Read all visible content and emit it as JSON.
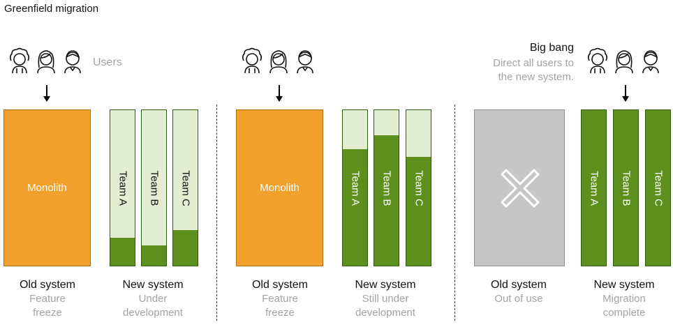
{
  "title": "Greenfield migration",
  "colors": {
    "monolith": "#f0a02b",
    "team_fill": "#5d8f1d",
    "team_empty": "#e3edd2",
    "retired": "#c6c6c6",
    "muted_text": "#a3a3a3"
  },
  "users_label": "Users",
  "big_bang": {
    "title": "Big bang",
    "desc_line1": "Direct all users to",
    "desc_line2": "the new system."
  },
  "panels": [
    {
      "old": {
        "label": "Monolith",
        "caption": "Old system",
        "sub1": "Feature",
        "sub2": "freeze"
      },
      "new": {
        "caption": "New system",
        "sub1": "Under",
        "sub2": "development"
      },
      "teams": [
        {
          "label": "Team A",
          "progress": 0.18
        },
        {
          "label": "Team B",
          "progress": 0.13
        },
        {
          "label": "Team C",
          "progress": 0.23
        }
      ]
    },
    {
      "old": {
        "label": "Monolith",
        "caption": "Old system",
        "sub1": "Feature",
        "sub2": "freeze"
      },
      "new": {
        "caption": "New system",
        "sub1": "Still under",
        "sub2": "development"
      },
      "teams": [
        {
          "label": "Team A",
          "progress": 0.75
        },
        {
          "label": "Team B",
          "progress": 0.84
        },
        {
          "label": "Team C",
          "progress": 0.7
        }
      ]
    },
    {
      "old": {
        "label": "",
        "caption": "Old system",
        "sub1": "Out of use",
        "sub2": ""
      },
      "new": {
        "caption": "New system",
        "sub1": "Migration",
        "sub2": "complete"
      },
      "teams": [
        {
          "label": "Team A",
          "progress": 1.0
        },
        {
          "label": "Team B",
          "progress": 1.0
        },
        {
          "label": "Team C",
          "progress": 1.0
        }
      ]
    }
  ],
  "icons": [
    "user-curly-hair-icon",
    "user-long-hair-icon",
    "user-short-hair-icon",
    "retired-x-icon"
  ]
}
